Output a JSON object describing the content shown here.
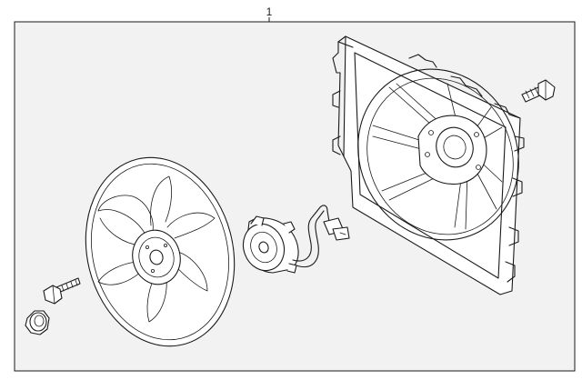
{
  "diagram": {
    "callout_label": "1",
    "frame_background": "#f2f2f2",
    "line_color": "#1a1a1a",
    "parts": [
      {
        "id": "fan-shroud"
      },
      {
        "id": "fan-blade"
      },
      {
        "id": "fan-motor"
      },
      {
        "id": "shroud-bolt"
      },
      {
        "id": "motor-bolt"
      },
      {
        "id": "fan-nut"
      }
    ]
  }
}
